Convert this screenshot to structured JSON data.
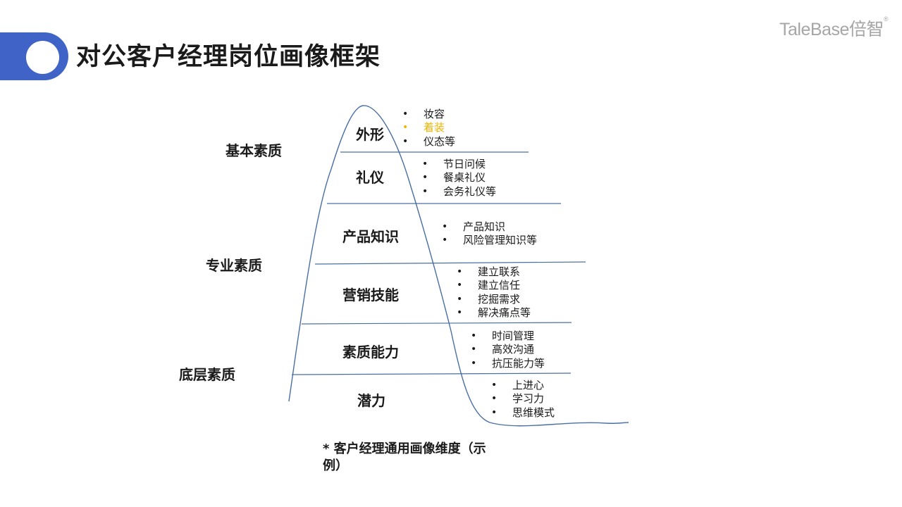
{
  "title": "对公客户经理岗位画像框架",
  "logo": {
    "text": "TaleBase倍智",
    "mark": "®"
  },
  "levels": [
    {
      "label": "基本素质"
    },
    {
      "label": "专业素质"
    },
    {
      "label": "底层素质"
    }
  ],
  "segments": [
    {
      "label": "外形",
      "items": [
        {
          "text": "妆容",
          "color": "#1a1a1a"
        },
        {
          "text": "着装",
          "color": "#f0b400"
        },
        {
          "text": "仪态等",
          "color": "#1a1a1a"
        }
      ]
    },
    {
      "label": "礼仪",
      "items": [
        {
          "text": "节日问候"
        },
        {
          "text": "餐桌礼仪"
        },
        {
          "text": "会务礼仪等"
        }
      ]
    },
    {
      "label": "产品知识",
      "items": [
        {
          "text": "产品知识"
        },
        {
          "text": "风险管理知识等"
        }
      ]
    },
    {
      "label": "营销技能",
      "items": [
        {
          "text": "建立联系"
        },
        {
          "text": "建立信任"
        },
        {
          "text": "挖掘需求"
        },
        {
          "text": "解决痛点等"
        }
      ]
    },
    {
      "label": "素质能力",
      "items": [
        {
          "text": "时间管理"
        },
        {
          "text": "高效沟通"
        },
        {
          "text": "抗压能力等"
        }
      ]
    },
    {
      "label": "潜力",
      "items": [
        {
          "text": "上进心"
        },
        {
          "text": "学习力"
        },
        {
          "text": "思维模式"
        }
      ]
    }
  ],
  "bullet_char": "•",
  "footnote": "* 客户经理通用画像维度（示例）",
  "colors": {
    "accent": "#3f63c6",
    "curve": "#4a6fa5",
    "highlight": "#f0b400"
  }
}
